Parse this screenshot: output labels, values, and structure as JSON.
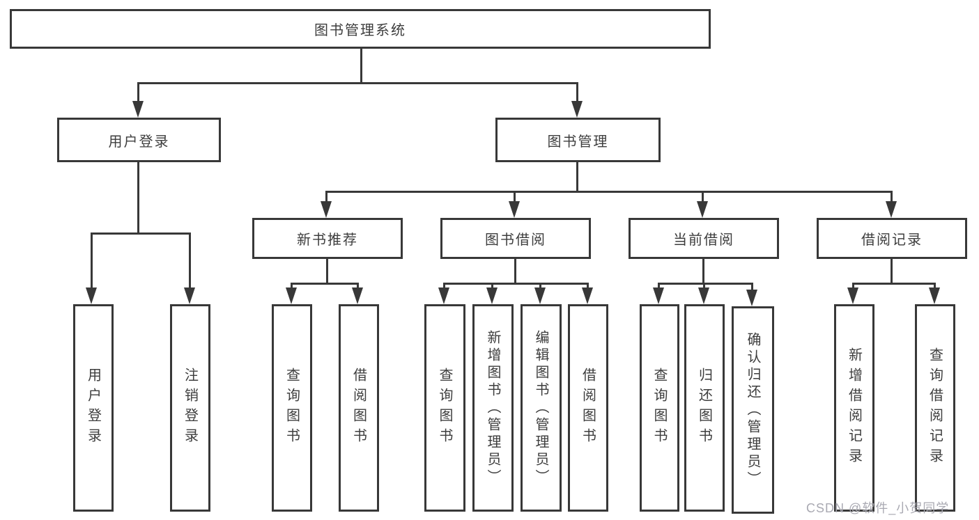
{
  "diagram": {
    "title": "图书管理系统",
    "branches": {
      "user_login": {
        "label": "用户登录",
        "children": [
          {
            "label": "用户登录"
          },
          {
            "label": "注销登录"
          }
        ]
      },
      "book_management": {
        "label": "图书管理",
        "children": [
          {
            "label": "新书推荐",
            "children": [
              {
                "label": "查询图书"
              },
              {
                "label": "借阅图书"
              }
            ]
          },
          {
            "label": "图书借阅",
            "children": [
              {
                "label": "查询图书"
              },
              {
                "label": "新增图书（管理员）"
              },
              {
                "label": "编辑图书（管理员）"
              },
              {
                "label": "借阅图书"
              }
            ]
          },
          {
            "label": "当前借阅",
            "children": [
              {
                "label": "查询图书"
              },
              {
                "label": "归还图书"
              },
              {
                "label": "确认归还（管理员）"
              }
            ]
          },
          {
            "label": "借阅记录",
            "children": [
              {
                "label": "新增借阅记录"
              },
              {
                "label": "查询借阅记录"
              }
            ]
          }
        ]
      }
    }
  },
  "watermark": {
    "text": "CSDN @软件_小贺同学",
    "color": "#a9a9b2"
  },
  "colors": {
    "line": "#383838",
    "text": "#3d3d3d",
    "background": "#ffffff"
  }
}
